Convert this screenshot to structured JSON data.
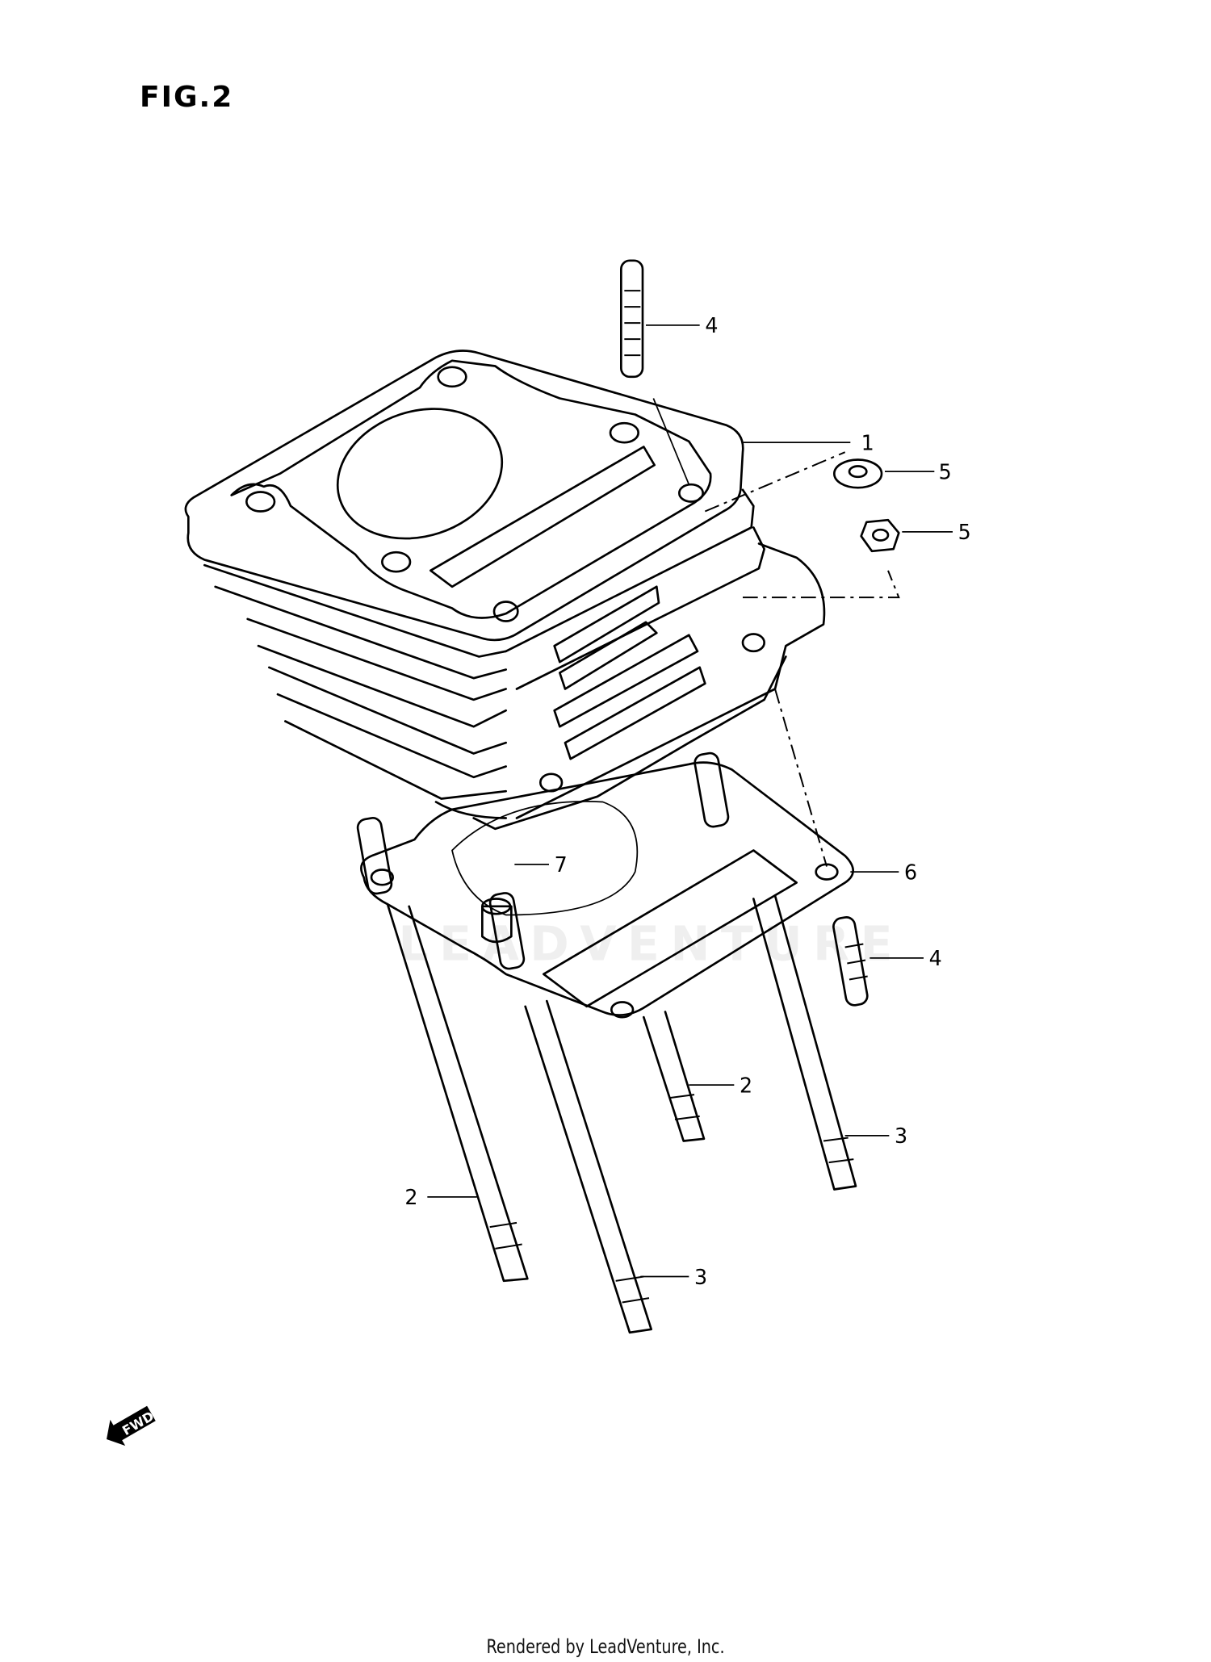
{
  "figure": {
    "title": "FIG.2"
  },
  "callouts": [
    {
      "number": "1",
      "part": "cylinder"
    },
    {
      "number": "2",
      "part": "stud"
    },
    {
      "number": "2",
      "part": "stud"
    },
    {
      "number": "3",
      "part": "stud"
    },
    {
      "number": "3",
      "part": "stud"
    },
    {
      "number": "4",
      "part": "stud"
    },
    {
      "number": "4",
      "part": "stud"
    },
    {
      "number": "5",
      "part": "nut"
    },
    {
      "number": "5",
      "part": "nut"
    },
    {
      "number": "6",
      "part": "gasket"
    },
    {
      "number": "7",
      "part": "dowel-pin"
    }
  ],
  "direction_marker": {
    "label": "FWD",
    "icon": "forward-arrow-icon"
  },
  "watermark": "LEADVENTURE",
  "footer": {
    "text": "Rendered by LeadVenture, Inc."
  }
}
